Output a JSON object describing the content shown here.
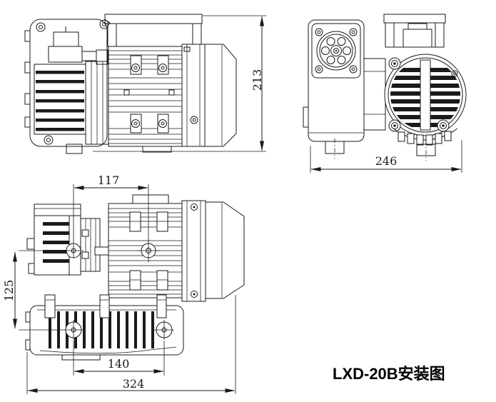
{
  "drawing": {
    "caption": "LXD-20B安装图",
    "line_color": "#1a1a1a",
    "background_color": "#ffffff",
    "dimensions": {
      "overall_height": "213",
      "overall_width": "246",
      "port_offset": "117",
      "lateral_offset": "125",
      "foot_bolt_span": "140",
      "overall_length": "324"
    }
  }
}
